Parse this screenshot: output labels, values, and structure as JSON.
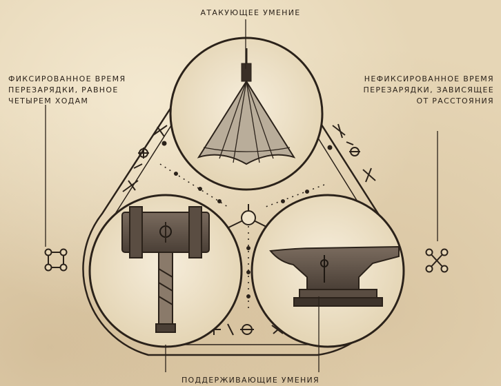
{
  "labels": {
    "top": "АТАКУЮЩЕЕ УМЕНИЕ",
    "left": [
      "ФИКСИРОВАННОЕ ВРЕМЯ",
      "ПЕРЕЗАРЯДКИ, РАВНОЕ",
      "ЧЕТЫРЕМ ХОДАМ"
    ],
    "right": [
      "НЕФИКСИРОВАННОЕ ВРЕМЯ",
      "ПЕРЕЗАРЯДКИ, ЗАВИСЯЩЕЕ",
      "ОТ РАССТОЯНИЯ"
    ],
    "bottom": "ПОДДЕРЖИВАЮЩИЕ УМЕНИЯ"
  },
  "symbols": {
    "left": "square-nodes-icon",
    "right": "x-cross-nodes-icon"
  },
  "slots": {
    "top": "umbrella-weapon",
    "bottom_left": "war-hammer",
    "bottom_right": "anvil"
  },
  "colors": {
    "ink": "#2b221a",
    "parchment": "#e6d6b6",
    "circle_fill": "#f1e6cf"
  }
}
